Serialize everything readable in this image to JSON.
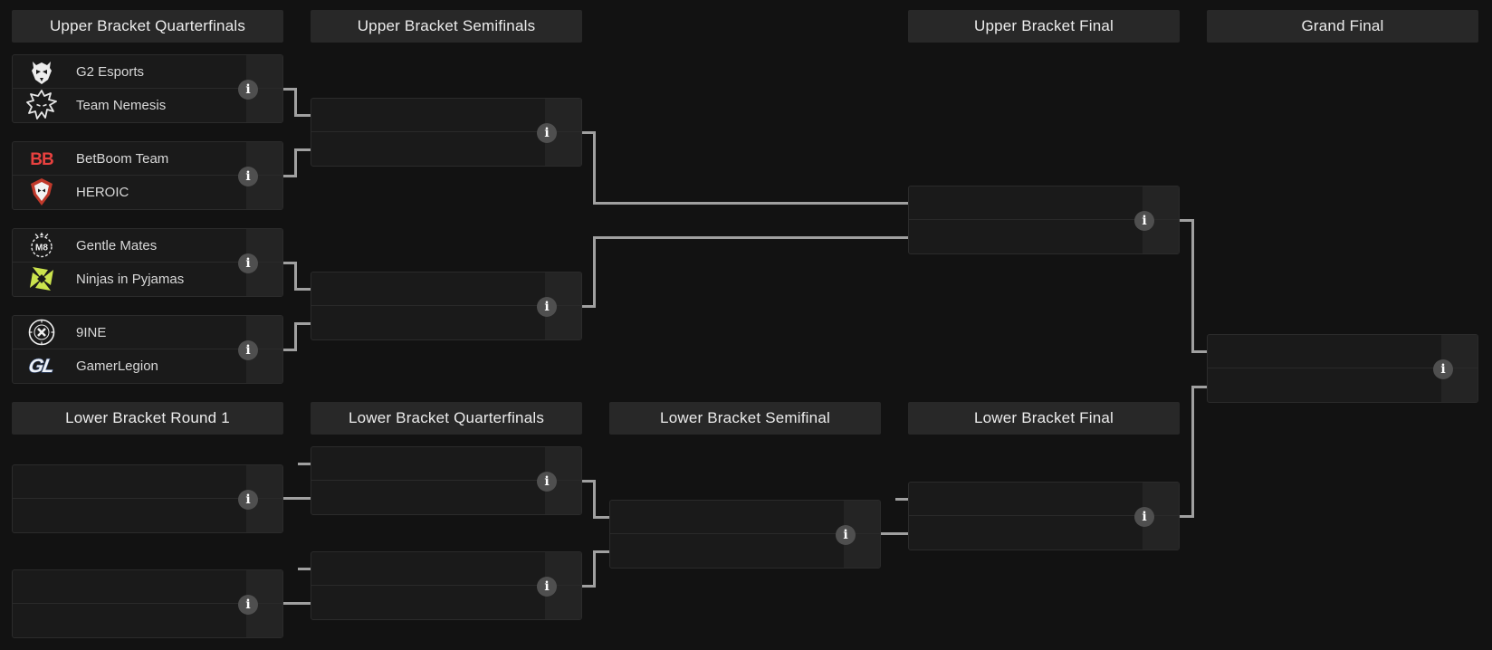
{
  "page": {
    "background": "#121212"
  },
  "colors": {
    "header_bg": "#282828",
    "header_text": "#ececec",
    "match_bg": "#1a1a1a",
    "match_border": "#2b2b2b",
    "score_column_bg": "#242424",
    "team_text": "#d8d8d8",
    "connector": "#a0a0a0",
    "info_icon_bg": "#4f4f4f",
    "betboom_red": "#e8413f",
    "heroic_red": "#c0392b",
    "nip_green": "#cbe34d",
    "gamerlegion_blue": "#32476e"
  },
  "info_icon_glyph": "i",
  "round_headers": [
    {
      "label": "Upper Bracket Quarterfinals"
    },
    {
      "label": "Upper Bracket Semifinals"
    },
    {
      "label": "Upper Bracket Final"
    },
    {
      "label": "Grand Final"
    },
    {
      "label": "Lower Bracket Round 1"
    },
    {
      "label": "Lower Bracket Quarterfinals"
    },
    {
      "label": "Lower Bracket Semifinal"
    },
    {
      "label": "Lower Bracket Final"
    }
  ],
  "matches": [
    {
      "id": "ub-qf-1",
      "round": "Upper Bracket Quarterfinals",
      "teams": [
        {
          "name": "G2 Esports",
          "logo_icon": "g2-esports-logo"
        },
        {
          "name": "Team Nemesis",
          "logo_icon": "team-nemesis-logo"
        }
      ]
    },
    {
      "id": "ub-qf-2",
      "round": "Upper Bracket Quarterfinals",
      "teams": [
        {
          "name": "BetBoom Team",
          "logo_icon": "betboom-team-logo"
        },
        {
          "name": "HEROIC",
          "logo_icon": "heroic-logo"
        }
      ]
    },
    {
      "id": "ub-qf-3",
      "round": "Upper Bracket Quarterfinals",
      "teams": [
        {
          "name": "Gentle Mates",
          "logo_icon": "gentle-mates-logo"
        },
        {
          "name": "Ninjas in Pyjamas",
          "logo_icon": "ninjas-in-pyjamas-logo"
        }
      ]
    },
    {
      "id": "ub-qf-4",
      "round": "Upper Bracket Quarterfinals",
      "teams": [
        {
          "name": "9INE",
          "logo_icon": "nine-logo"
        },
        {
          "name": "GamerLegion",
          "logo_icon": "gamerlegion-logo"
        }
      ]
    },
    {
      "id": "ub-sf-1",
      "round": "Upper Bracket Semifinals",
      "teams": [
        {
          "name": "",
          "logo_icon": null
        },
        {
          "name": "",
          "logo_icon": null
        }
      ]
    },
    {
      "id": "ub-sf-2",
      "round": "Upper Bracket Semifinals",
      "teams": [
        {
          "name": "",
          "logo_icon": null
        },
        {
          "name": "",
          "logo_icon": null
        }
      ]
    },
    {
      "id": "ub-final",
      "round": "Upper Bracket Final",
      "teams": [
        {
          "name": "",
          "logo_icon": null
        },
        {
          "name": "",
          "logo_icon": null
        }
      ]
    },
    {
      "id": "grand-final",
      "round": "Grand Final",
      "teams": [
        {
          "name": "",
          "logo_icon": null
        },
        {
          "name": "",
          "logo_icon": null
        }
      ]
    },
    {
      "id": "lb-r1-1",
      "round": "Lower Bracket Round 1",
      "teams": [
        {
          "name": "",
          "logo_icon": null
        },
        {
          "name": "",
          "logo_icon": null
        }
      ]
    },
    {
      "id": "lb-r1-2",
      "round": "Lower Bracket Round 1",
      "teams": [
        {
          "name": "",
          "logo_icon": null
        },
        {
          "name": "",
          "logo_icon": null
        }
      ]
    },
    {
      "id": "lb-qf-1",
      "round": "Lower Bracket Quarterfinals",
      "teams": [
        {
          "name": "",
          "logo_icon": null
        },
        {
          "name": "",
          "logo_icon": null
        }
      ]
    },
    {
      "id": "lb-qf-2",
      "round": "Lower Bracket Quarterfinals",
      "teams": [
        {
          "name": "",
          "logo_icon": null
        },
        {
          "name": "",
          "logo_icon": null
        }
      ]
    },
    {
      "id": "lb-sf",
      "round": "Lower Bracket Semifinal",
      "teams": [
        {
          "name": "",
          "logo_icon": null
        },
        {
          "name": "",
          "logo_icon": null
        }
      ]
    },
    {
      "id": "lb-final",
      "round": "Lower Bracket Final",
      "teams": [
        {
          "name": "",
          "logo_icon": null
        },
        {
          "name": "",
          "logo_icon": null
        }
      ]
    }
  ]
}
